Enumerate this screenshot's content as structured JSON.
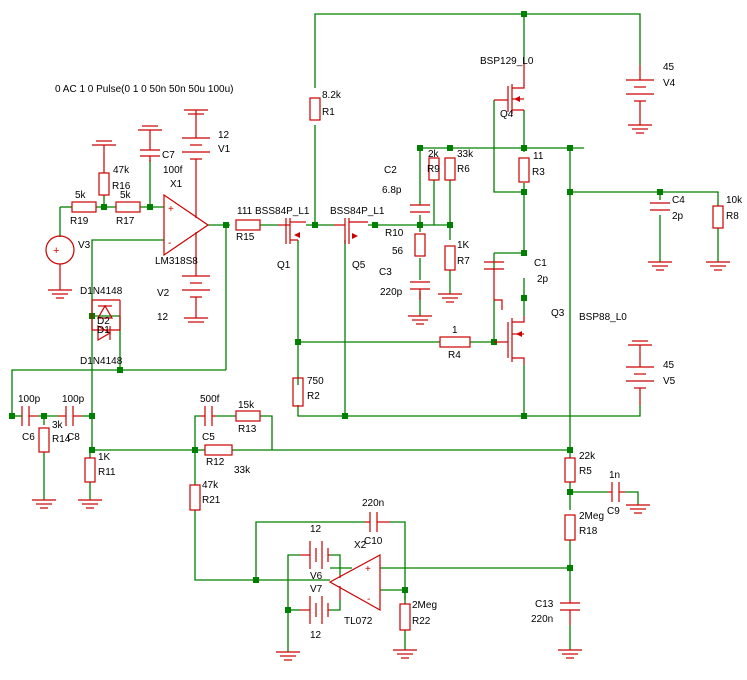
{
  "source_label": "0 AC 1 0 Pulse(0 1 0 50n 50n 50u 100u)",
  "labels": {
    "V1_val": "12",
    "V1": "V1",
    "C7": "C7",
    "C7_val": "100f",
    "R16_val": "47k",
    "R16": "R16",
    "R19_val": "5k",
    "R19": "R19",
    "R17_val": "5k",
    "R17": "R17",
    "X1": "X1",
    "LM318": "LM318S8",
    "V3": "V3",
    "V2": "V2",
    "V2_val": "12",
    "D2_part": "D1N4148",
    "D2": "D2",
    "D1": "D1",
    "D1_part": "D1N4148",
    "R15_val": "111",
    "R15": "R15",
    "Q1_part": "BSS84P_L1",
    "Q1": "Q1",
    "R1_val": "8.2k",
    "R1": "R1",
    "Q5_part": "BSS84P_L1",
    "Q5": "Q5",
    "C2": "C2",
    "C2_val": "6.8p",
    "R9_val": "2k",
    "R9": "R9",
    "R6_val": "33k",
    "R6": "R6",
    "R10": "R10",
    "R10_val": "56",
    "C3": "C3",
    "C3_val": "220p",
    "R7_val": "1K",
    "R7": "R7",
    "Q4_part": "BSP129_L0",
    "Q4": "Q4",
    "R3_val": "11",
    "R3": "R3",
    "V4_val": "45",
    "V4": "V4",
    "C4": "C4",
    "C4_val": "2p",
    "R8_val": "10k",
    "R8": "R8",
    "C1": "C1",
    "C1_val": "2p",
    "Q3": "Q3",
    "Q3_part": "BSP88_L0",
    "R4_val": "1",
    "R4": "R4",
    "R2_val": "750",
    "R2": "R2",
    "V5_val": "45",
    "V5": "V5",
    "C6_val": "100p",
    "C6": "C6",
    "R14_val": "3k",
    "R14": "R14",
    "C8_val": "100p",
    "C8": "C8",
    "C5_val": "500f",
    "C5": "C5",
    "R13_val": "15k",
    "R13": "R13",
    "R12": "R12",
    "R12_val": "33k",
    "R11_val": "1K",
    "R11": "R11",
    "R5_val": "22k",
    "R5": "R5",
    "C9_val": "1n",
    "C9": "C9",
    "R21_val": "47k",
    "R21": "R21",
    "C10_val": "220n",
    "C10": "C10",
    "V6_val": "12",
    "V6": "V6",
    "X2": "X2",
    "V7": "V7",
    "V7_val": "12",
    "TL072": "TL072",
    "R22_val": "2Meg",
    "R22": "R22",
    "R18_val": "2Meg",
    "R18": "R18",
    "C13": "C13",
    "C13_val": "220n"
  }
}
